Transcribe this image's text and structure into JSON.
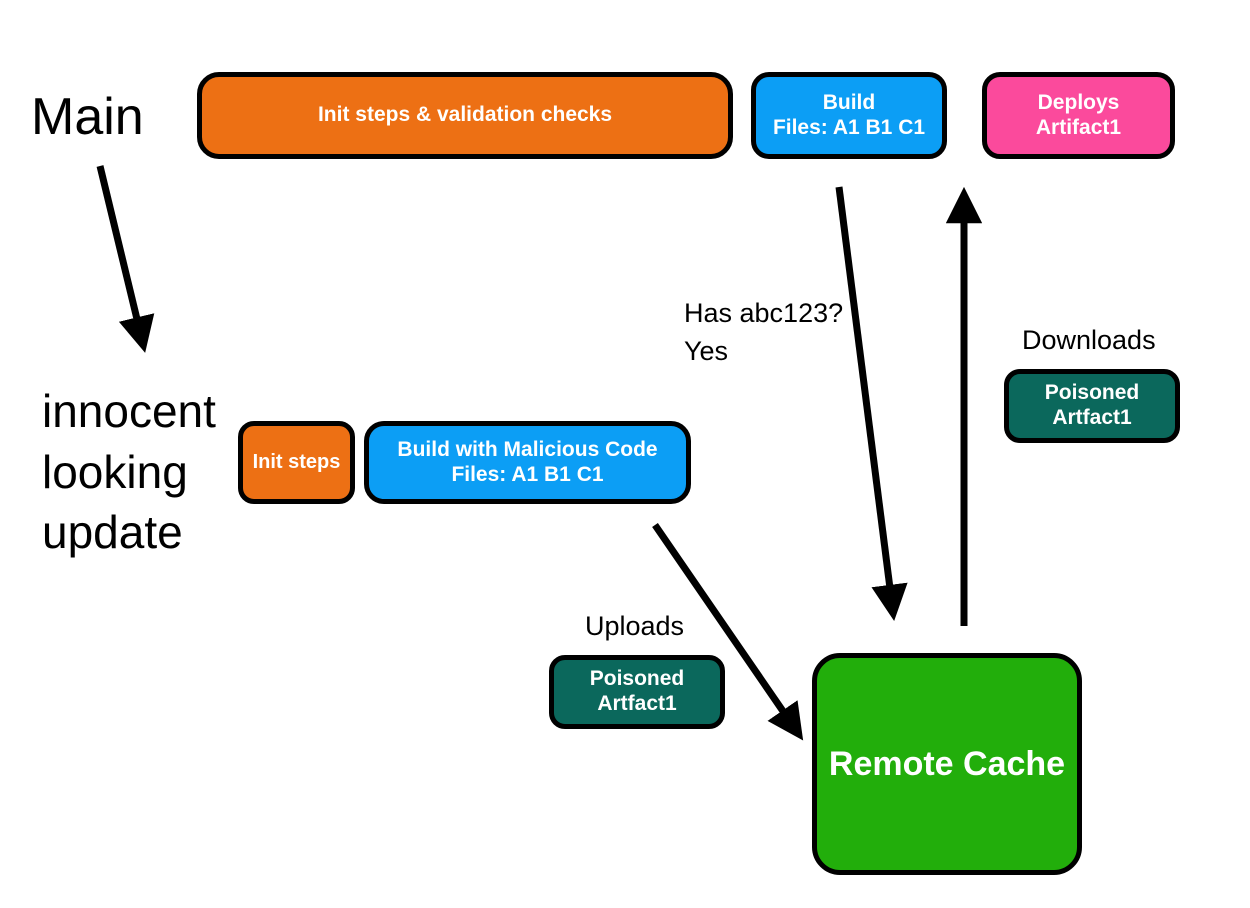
{
  "diagram": {
    "title_hidden": "",
    "branches": [
      {
        "name": "main-branch-label",
        "text": "Main"
      },
      {
        "name": "feature-branch-label",
        "text": "innocent\nlooking\nupdate"
      }
    ],
    "top_pipeline": [
      {
        "id": "init-validation",
        "text": "Init steps & validation checks",
        "color": "#ED7014"
      },
      {
        "id": "build-main",
        "text": "Build\nFiles: A1  B1  C1",
        "color": "#0C9EF5"
      },
      {
        "id": "deploys-artifact",
        "text": "Deploys\nArtifact1",
        "color": "#FB4A9C"
      }
    ],
    "bottom_pipeline": [
      {
        "id": "init-steps",
        "text": "Init steps",
        "color": "#ED7014"
      },
      {
        "id": "build-malicious",
        "text": "Build with Malicious Code\nFiles: A1  B1  C1",
        "color": "#0C9EF5"
      }
    ],
    "artifacts": [
      {
        "id": "uploads-artifact",
        "caption": "Uploads",
        "text": "Poisoned\nArtfact1",
        "color": "#0B685C"
      },
      {
        "id": "downloads-artifact",
        "caption": "Downloads",
        "text": "Poisoned\nArtfact1",
        "color": "#0B685C"
      }
    ],
    "cache": {
      "id": "remote-cache",
      "text": "Remote Cache",
      "color": "#22AE0B"
    },
    "annotations": [
      {
        "id": "cache-lookup",
        "text": "Has abc123?\nYes"
      }
    ],
    "colors": {
      "orange": "#ED7014",
      "blue": "#0C9EF5",
      "pink": "#FB4A9C",
      "teal": "#0B685C",
      "green": "#22AE0B",
      "outline": "#000000",
      "background": "#FFFFFF",
      "text_on_fill": "#FFFFFF",
      "text_plain": "#000000"
    }
  }
}
